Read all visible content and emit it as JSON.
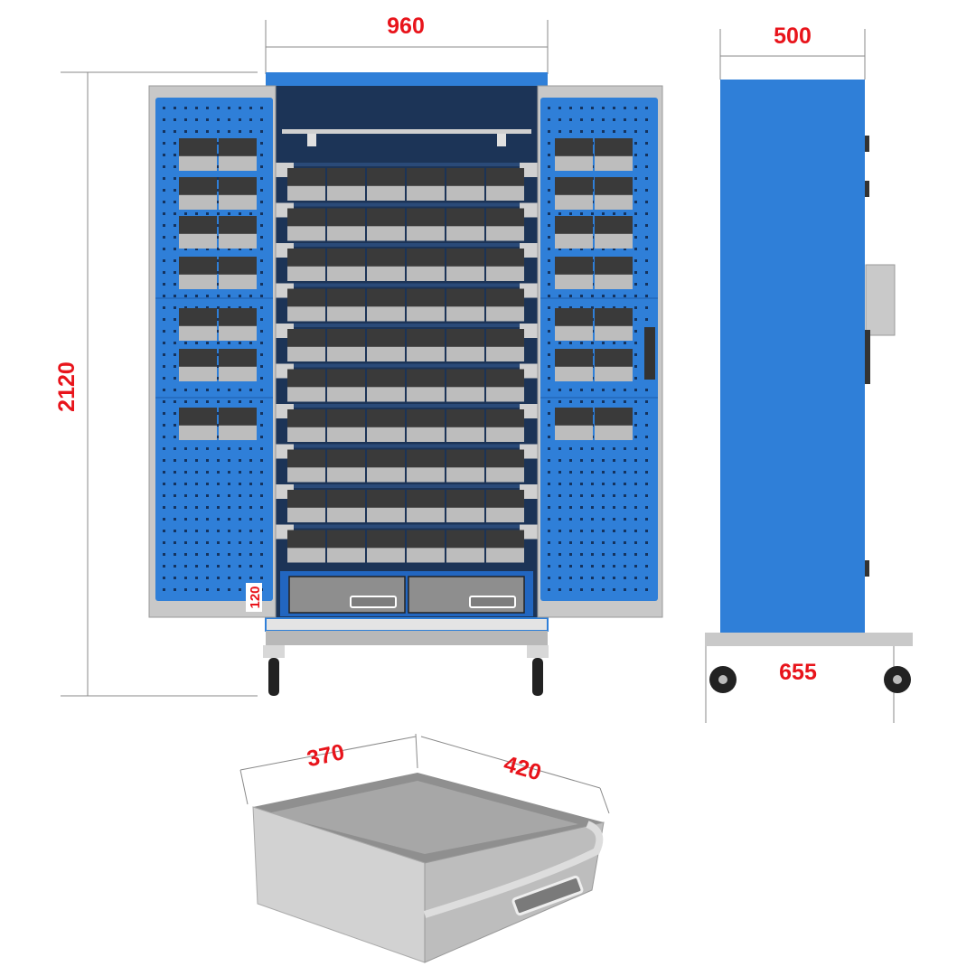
{
  "dimensions": {
    "width_front": "960",
    "height": "2120",
    "depth_side": "500",
    "base_depth": "655",
    "drawer_height": "120",
    "drawer_width": "370",
    "drawer_depth": "420"
  },
  "colors": {
    "blue": "#2f7fd8",
    "navy": "#1c3457",
    "grey": "#c9c9c9",
    "bin": "#bdbdbd",
    "label_red": "#e8141b"
  }
}
